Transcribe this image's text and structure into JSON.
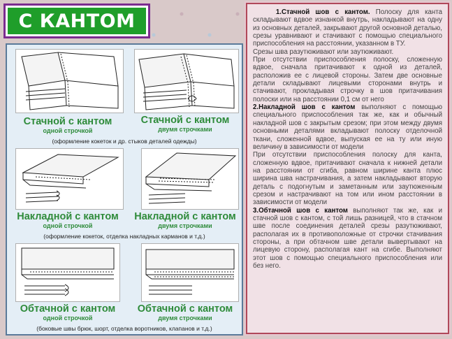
{
  "title": "С КАНТОМ",
  "left": {
    "cells": [
      {
        "title": "Стачной с кантом",
        "sub": "одной строчкой"
      },
      {
        "title": "Стачной с кантом",
        "sub": "двумя строчками"
      },
      {
        "title": "Накладной с кантом",
        "sub": "одной строчкой"
      },
      {
        "title": "Накладной с кантом",
        "sub": "двумя строчками"
      },
      {
        "title": "Обтачной с кантом",
        "sub": "одной строчкой"
      },
      {
        "title": "Обтачной с кантом",
        "sub": "двумя строчками"
      }
    ],
    "notes": [
      "(оформление кокеток и др. стыков деталей одежды)",
      "(оформление кокеток, отделка накладных карманов и т.д.)",
      "(боковые швы брюк, шорт, отделка воротников, клапанов и т.д.)"
    ]
  },
  "right": {
    "p1_head": "1.Стачной шов с кантом.",
    "p1_body": " Полоску для канта складывают вдвое изнанкой внутрь, накладывают на одну из основных деталей, закрывают другой основной деталью, срезы уравнивают и стачивают с помощью специального приспособления на расстоянии, указанном в ТУ.",
    "p2": "Срезы шва разутюживают или заутюживают.",
    "p3": "При отсутствии приспособления полоску, сложенную вдвое, сначала притачивают к одной из деталей, расположив ее с лицевой стороны. Затем две основные детали складывают лицевыми сторонами внутрь и стачивают, прокладывая строчку в шов притачивания полоски или на расстоянии 0,1 см от него",
    "p4_head": "2.Накладной шов с кантом",
    "p4_body": " выполняют с помощью специального приспособления так же, как и обычный накладной шов с закрытым срезом; при этом между двумя основными деталями вкладывают полоску отделочной ткани, сложенной вдвое, выпуская ее на ту или иную величину в зависимости от модели",
    "p5": "При отсутствии приспособления полоску для канта, сложенную вдвое, притачивают сначала к нижней детали на расстоянии от сгиба, равном ширине канта плюс ширина шва настрачивания, а затем накладывают вторую деталь с подогнутым и заметанным или заутюженным срезом и настрачивают на том или ином расстоянии в зависимости от модели",
    "p6_head": "3.Обтачной шов с кантом",
    "p6_body": " выполняют так же, как и стачной шов с кантом, с той лишь разницей, что в стачном шве после соединения деталей срезы разутюживают, располагая их в противоположные от строчки стачивания стороны, а при обтачном шве детали вывертывают на лицевую сторону, располагая кант на сгибе. Выполняют этот шов с помощью специального приспособления или без него."
  }
}
